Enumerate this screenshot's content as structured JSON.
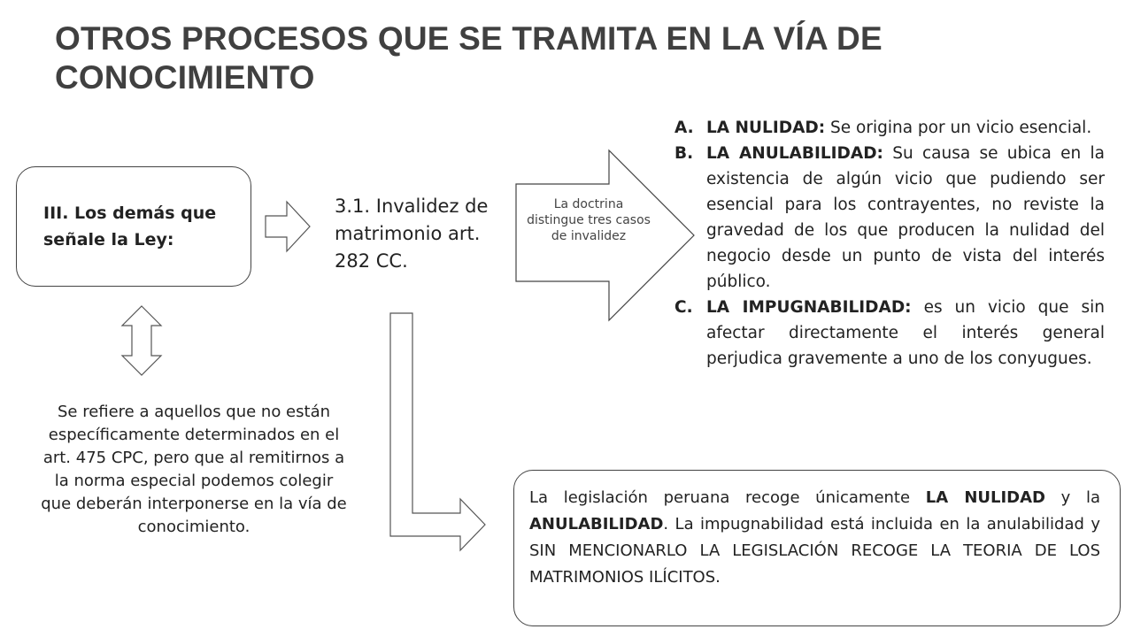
{
  "title": "OTROS PROCESOS QUE SE TRAMITA EN LA VÍA DE CONOCIMIENTO",
  "left_box": {
    "label": "III. Los demás que señale la Ley:"
  },
  "left_description": "Se refiere a aquellos que no están específicamente determinados en el art. 475 CPC, pero que al remitirnos a la norma especial podemos colegir que deberán interponerse en la vía de conocimiento.",
  "invalidez": "3.1. Invalidez de matrimonio art. 282 CC.",
  "doctrina": "La doctrina distingue tres casos de invalidez",
  "cases": [
    {
      "letter": "A.",
      "term": "LA NULIDAD:",
      "desc": " Se origina por un vicio esencial."
    },
    {
      "letter": "B.",
      "term": "LA ANULABILIDAD:",
      "desc": " Su causa se ubica en la existencia de algún vicio que pudiendo ser esencial para los contrayentes, no reviste la gravedad de los que producen la nulidad del negocio desde un punto de vista del interés público."
    },
    {
      "letter": "C.",
      "term": "LA IMPUGNABILIDAD:",
      "desc": " es un vicio que sin afectar directamente el interés general perjudica gravemente a uno de los conyugues."
    }
  ],
  "legislation": {
    "t1": "La legislación peruana recoge únicamente ",
    "b1": "LA NULIDAD",
    "t2": " y la ",
    "b2": "ANULABILIDAD",
    "t3": ". La impugnabilidad está incluida en la anulabilidad y SIN MENCIONARLO LA LEGISLACIÓN RECOGE LA TEORIA DE LOS MATRIMONIOS ILÍCITOS."
  },
  "colors": {
    "text": "#222222",
    "title": "#404040",
    "stroke": "#444444"
  }
}
